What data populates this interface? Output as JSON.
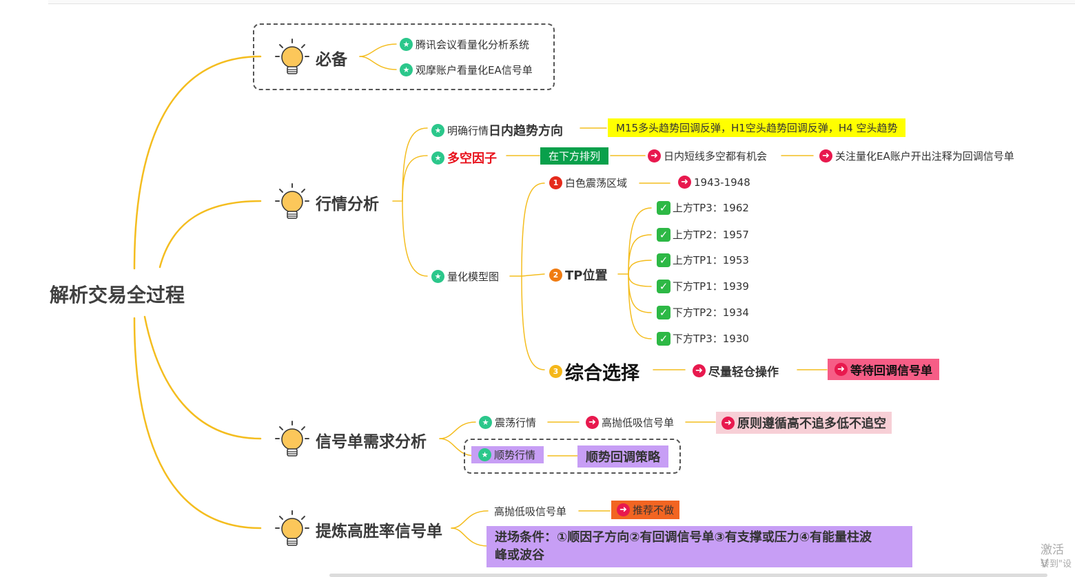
{
  "root": {
    "title": "解析交易全过程"
  },
  "colors": {
    "line": "#f4bd1f",
    "star": "#2bc78b",
    "arrow": "#e8194e",
    "check": "#2db845"
  },
  "icons": {
    "topic": "lightbulb-icon",
    "star": "star-icon",
    "arrow": "arrow-right-icon",
    "check": "checkmark-icon"
  },
  "topics": {
    "bibei": {
      "label": "必备",
      "items": [
        "腾讯会议看量化分析系统",
        "观摩账户看量化EA信号单"
      ]
    },
    "market": {
      "label": "行情分析",
      "direction": {
        "label_prefix": "明确行情",
        "label_strong": "日内趋势方向",
        "note": "M15多头趋势回调反弹，H1空头趋势回调反弹，H4 空头趋势"
      },
      "factor": {
        "label": "多空因子",
        "tag": "在下方排列",
        "step1": "日内短线多空都有机会",
        "step2": "关注量化EA账户开出注释为回调信号单"
      },
      "model": {
        "label": "量化模型图",
        "zone": {
          "num": "1",
          "label": "白色震荡区域",
          "value": "1943-1948"
        },
        "tp": {
          "num": "2",
          "label": "TP位置",
          "items": [
            "上方TP3：1962",
            "上方TP2：1957",
            "上方TP1：1953",
            "下方TP1：1939",
            "下方TP2：1934",
            "下方TP3：1930"
          ]
        },
        "combo": {
          "num": "3",
          "label": "综合选择",
          "step1": "尽量轻仓操作",
          "step2": "等待回调信号单"
        }
      }
    },
    "signal": {
      "label": "信号单需求分析",
      "range": {
        "label": "震荡行情",
        "step1": "高抛低吸信号单",
        "step2": "原则遵循高不追多低不追空"
      },
      "trend": {
        "label": "顺势行情",
        "step1": "顺势回调策略"
      }
    },
    "refine": {
      "label": "提炼高胜率信号单",
      "item1": {
        "label": "高抛低吸信号单",
        "tag": "推荐不做"
      },
      "item2": {
        "line1": "进场条件：①顺因子方向②有回调信号单③有支撑或压力④有能量柱波",
        "line2": "峰或波谷"
      }
    }
  },
  "watermark": {
    "line1": "激活 V",
    "line2": "转到\"设"
  }
}
